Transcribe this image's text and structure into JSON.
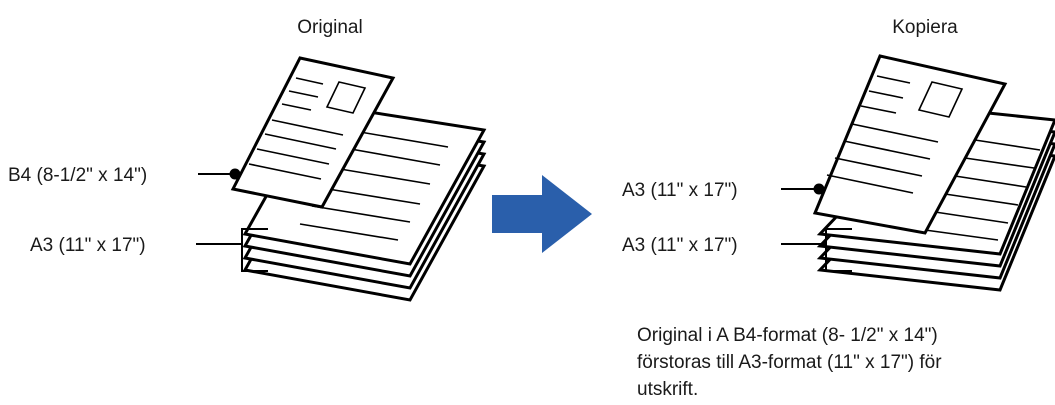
{
  "left": {
    "title": "Original",
    "top_sheet_label": "B4 (8-1/2\" x 14\")",
    "stack_label": "A3 (11\" x 17\")"
  },
  "right": {
    "title": "Kopiera",
    "top_sheet_label": "A3 (11\" x 17\")",
    "stack_label": "A3 (11\" x 17\")"
  },
  "arrow": {
    "color": "#2a5fab",
    "icon": "arrow-right-icon"
  },
  "caption": [
    "Original i A B4-format (8- 1/2\" x 14\")",
    "förstoras till A3-format (11\" x 17\") för",
    "utskrift."
  ]
}
